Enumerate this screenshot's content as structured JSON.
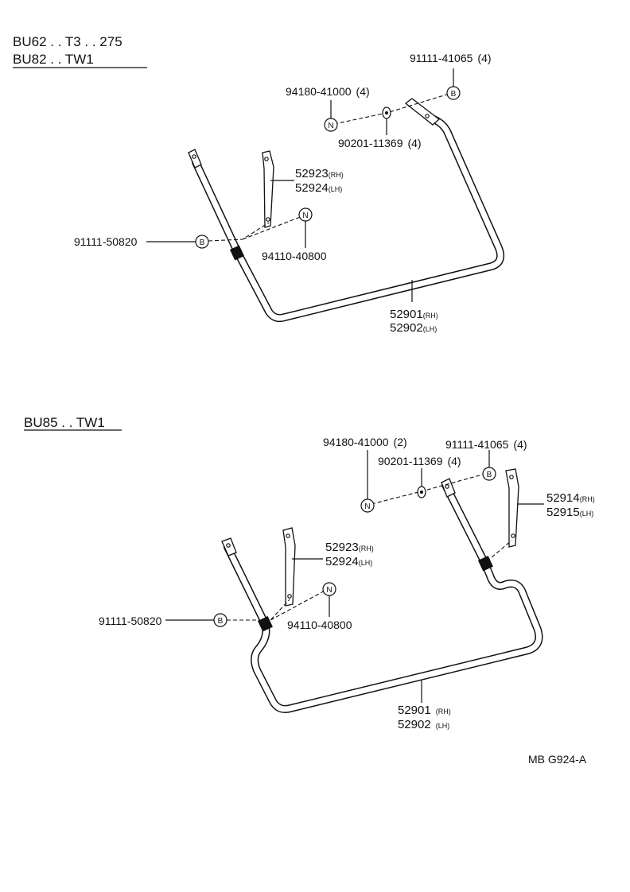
{
  "sections": [
    {
      "models": [
        "BU62 . . T3 . . 275",
        "BU82 . . TW1"
      ],
      "callouts": {
        "bolt_top": {
          "part": "91111-41065",
          "qty": "(4)",
          "symbol": "B"
        },
        "nut_top": {
          "part": "94180-41000",
          "qty": "(4)",
          "symbol": "N"
        },
        "washer_top": {
          "part": "90201-11369",
          "qty": "(4)"
        },
        "bracket": {
          "part_rh": "52923",
          "suffix_rh": "(RH)",
          "part_lh": "52924",
          "suffix_lh": "(LH)"
        },
        "bolt_side": {
          "part": "91111-50820",
          "symbol": "B"
        },
        "nut_side": {
          "part": "94110-40800",
          "symbol": "N"
        },
        "bar": {
          "part_rh": "52901",
          "suffix_rh": "(RH)",
          "part_lh": "52902",
          "suffix_lh": "(LH)"
        }
      }
    },
    {
      "models": [
        "BU85 . . TW1"
      ],
      "callouts": {
        "nut_top": {
          "part": "94180-41000",
          "qty": "(2)",
          "symbol": "N"
        },
        "bolt_top": {
          "part": "91111-41065",
          "qty": "(4)",
          "symbol": "B"
        },
        "washer_top": {
          "part": "90201-11369",
          "qty": "(4)"
        },
        "bracket_right": {
          "part_rh": "52914",
          "suffix_rh": "(RH)",
          "part_lh": "52915",
          "suffix_lh": "(LH)"
        },
        "bracket": {
          "part_rh": "52923",
          "suffix_rh": "(RH)",
          "part_lh": "52924",
          "suffix_lh": "(LH)"
        },
        "bolt_side": {
          "part": "91111-50820",
          "symbol": "B"
        },
        "nut_side": {
          "part": "94110-40800",
          "symbol": "N"
        },
        "bar": {
          "part_rh": "52901",
          "suffix_rh": "(RH)",
          "part_lh": "52902",
          "suffix_lh": "(LH)"
        }
      }
    }
  ],
  "figure_ref": "MB G924-A"
}
